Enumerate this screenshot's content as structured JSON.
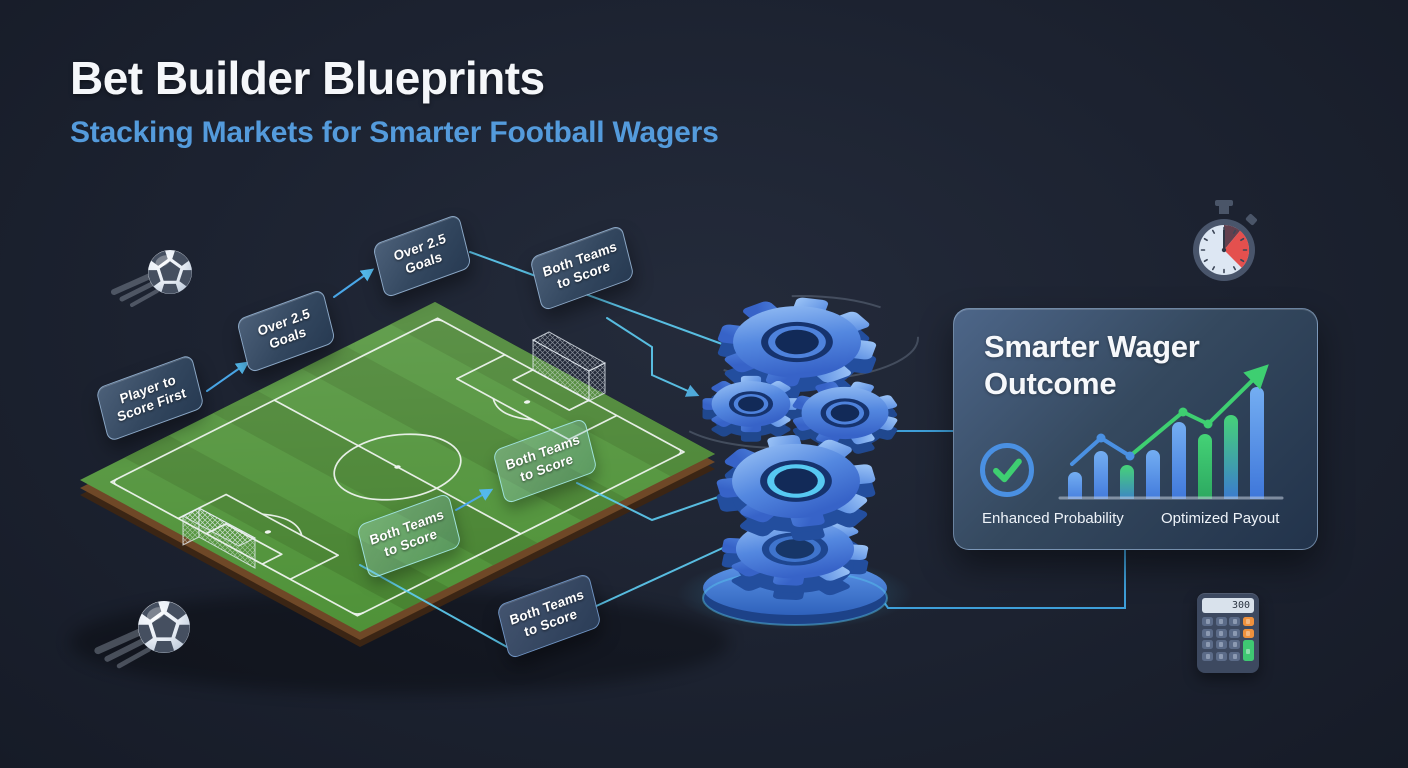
{
  "header": {
    "title": "Bet Builder Blueprints",
    "subtitle": "Stacking Markets for Smarter Football Wagers"
  },
  "market_tags": [
    {
      "label": "Player to Score First"
    },
    {
      "label": "Over 2.5 Goals"
    },
    {
      "label": "Over 2.5 Goals"
    },
    {
      "label": "Both Teams to Score"
    },
    {
      "label": "Both Teams to Score"
    },
    {
      "label": "Both Teams to Score"
    },
    {
      "label": "Both Teams to Score"
    }
  ],
  "outcome_panel": {
    "title": "Smarter Wager Outcome",
    "benefit_left": "Enhanced Probability",
    "benefit_right": "Optimized Payout"
  },
  "calculator": {
    "display": "300"
  },
  "icons": {
    "footballs": "football-icon",
    "stopwatch": "stopwatch-icon",
    "calculator": "calculator-icon",
    "gears": "gear-stack-icon",
    "check": "check-circle-icon",
    "trend": "trend-arrow-icon"
  },
  "chart_data": {
    "type": "bar",
    "values": [
      26,
      47,
      33,
      48,
      76,
      64,
      83,
      111
    ],
    "bar_colors": [
      "blue",
      "blue",
      "green-blue",
      "blue",
      "blue",
      "green",
      "green-blue",
      "blue"
    ],
    "trend_points": [
      [
        18,
        123
      ],
      [
        47,
        97
      ],
      [
        76,
        115
      ],
      [
        129,
        71
      ],
      [
        154,
        83
      ],
      [
        208,
        30
      ]
    ],
    "trend_blue_points": 3,
    "dots": [
      {
        "index": 1,
        "color": "blue"
      },
      {
        "index": 2,
        "color": "blue"
      },
      {
        "index": 3,
        "color": "green"
      },
      {
        "index": 4,
        "color": "green"
      }
    ],
    "ylim": [
      0,
      120
    ],
    "grid": false,
    "legend": false
  },
  "colors": {
    "background": "#1c2230",
    "accent_cyan": "#5ecdf3",
    "link_blue": "#49a7e8",
    "subtitle_blue": "#549bdc",
    "gear_blue": "#3e6fd0",
    "field_green": "#4f9238",
    "success_green": "#3ecf71",
    "bar_blue": "#4a90e2",
    "alert_red": "#e4504e",
    "warning_orange": "#ef913d"
  }
}
